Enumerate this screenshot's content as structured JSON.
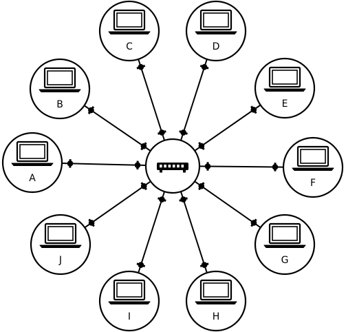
{
  "diagram": {
    "hub": {
      "label": "",
      "icon": "network-switch-icon"
    },
    "nodes": [
      {
        "id": "A",
        "label": "A",
        "icon": "laptop-icon"
      },
      {
        "id": "B",
        "label": "B",
        "icon": "laptop-icon"
      },
      {
        "id": "C",
        "label": "C",
        "icon": "laptop-icon"
      },
      {
        "id": "D",
        "label": "D",
        "icon": "laptop-icon"
      },
      {
        "id": "E",
        "label": "E",
        "icon": "laptop-icon"
      },
      {
        "id": "F",
        "label": "F",
        "icon": "laptop-icon"
      },
      {
        "id": "G",
        "label": "G",
        "icon": "laptop-icon"
      },
      {
        "id": "H",
        "label": "H",
        "icon": "laptop-icon"
      },
      {
        "id": "I",
        "label": "I",
        "icon": "laptop-icon"
      },
      {
        "id": "J",
        "label": "J",
        "icon": "laptop-icon"
      }
    ],
    "topology": "star",
    "connector_icon": "cable-plug-icon",
    "colors": {
      "stroke": "#000000",
      "fill": "#ffffff"
    }
  }
}
